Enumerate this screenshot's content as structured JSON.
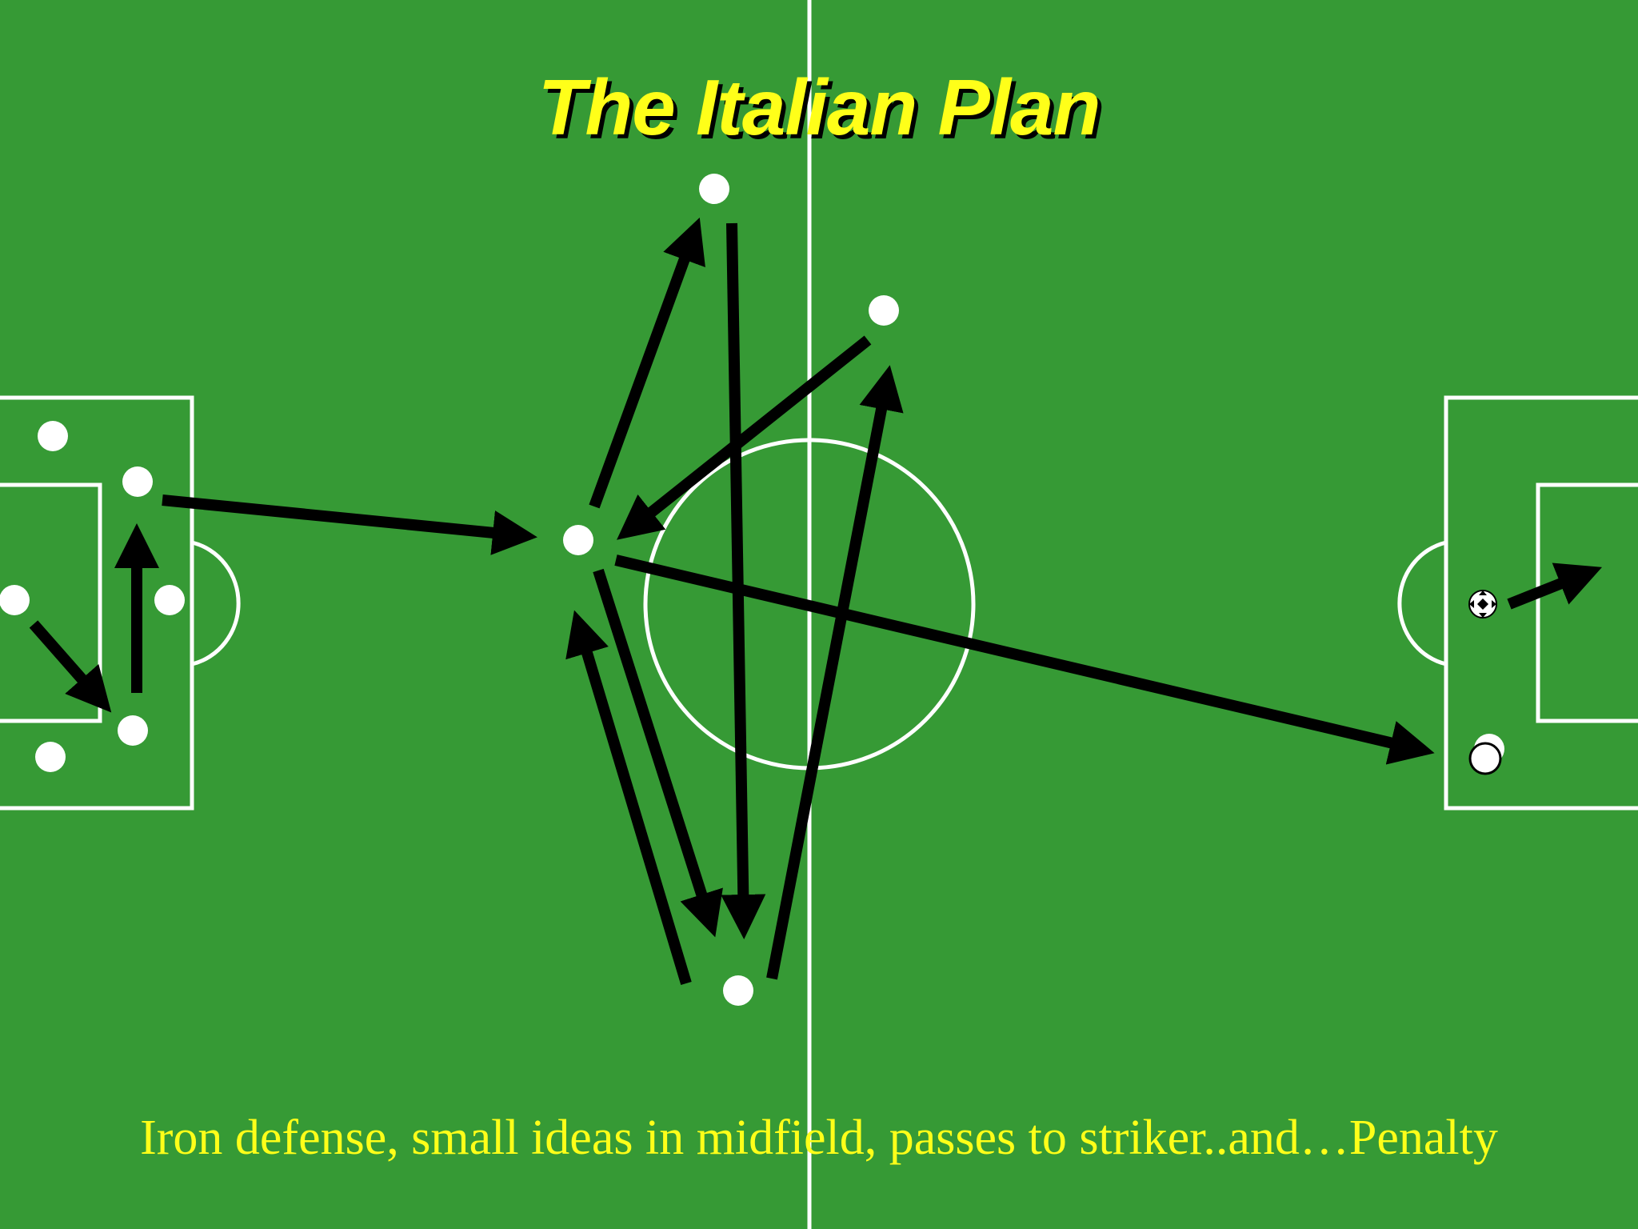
{
  "title": "The Italian Plan",
  "caption": "Iron defense, small ideas in midfield, passes to striker..and…Penalty",
  "colors": {
    "pitch": "#369a35",
    "lines": "#ffffff",
    "arrows": "#000000",
    "text": "#ffff19"
  },
  "icons": {
    "player": "white-circle",
    "ball": "soccer-ball-icon",
    "pass": "black-arrow"
  }
}
